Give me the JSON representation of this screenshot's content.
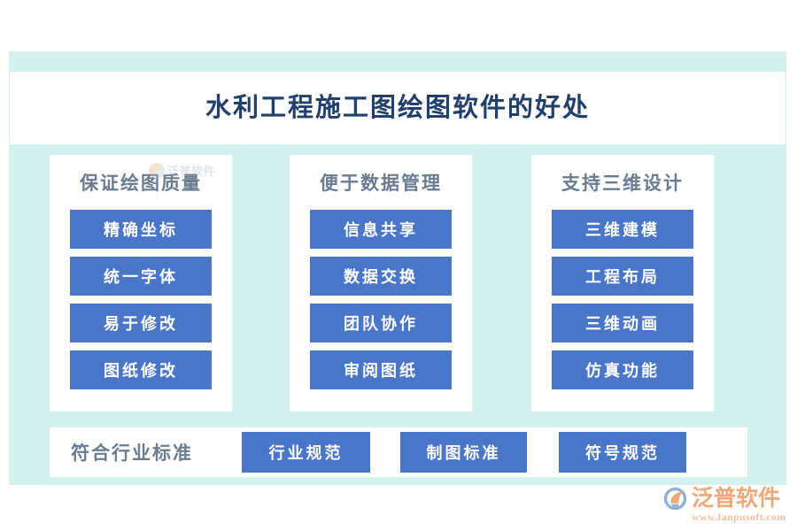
{
  "header": {
    "title": "水利工程施工图绘图软件的好处"
  },
  "columns": [
    {
      "heading": "保证绘图质量",
      "items": [
        "精确坐标",
        "统一字体",
        "易于修改",
        "图纸修改"
      ]
    },
    {
      "heading": "便于数据管理",
      "items": [
        "信息共享",
        "数据交换",
        "团队协作",
        "审阅图纸"
      ]
    },
    {
      "heading": "支持三维设计",
      "items": [
        "三维建模",
        "工程布局",
        "三维动画",
        "仿真功能"
      ]
    }
  ],
  "bottom": {
    "label": "符合行业标准",
    "items": [
      "行业规范",
      "制图标准",
      "符号规范"
    ]
  },
  "watermark": {
    "text": "泛普软件"
  },
  "brand": {
    "name": "泛普软件",
    "url": "www.fanpusoft.com"
  },
  "colors": {
    "panel_bg": "#d4f1ef",
    "card_bg": "#ffffff",
    "pill_blue": "#4a76c9",
    "title_navy": "#22406e",
    "heading_gray": "#6a7c90",
    "brand_orange": "#f0a878"
  }
}
